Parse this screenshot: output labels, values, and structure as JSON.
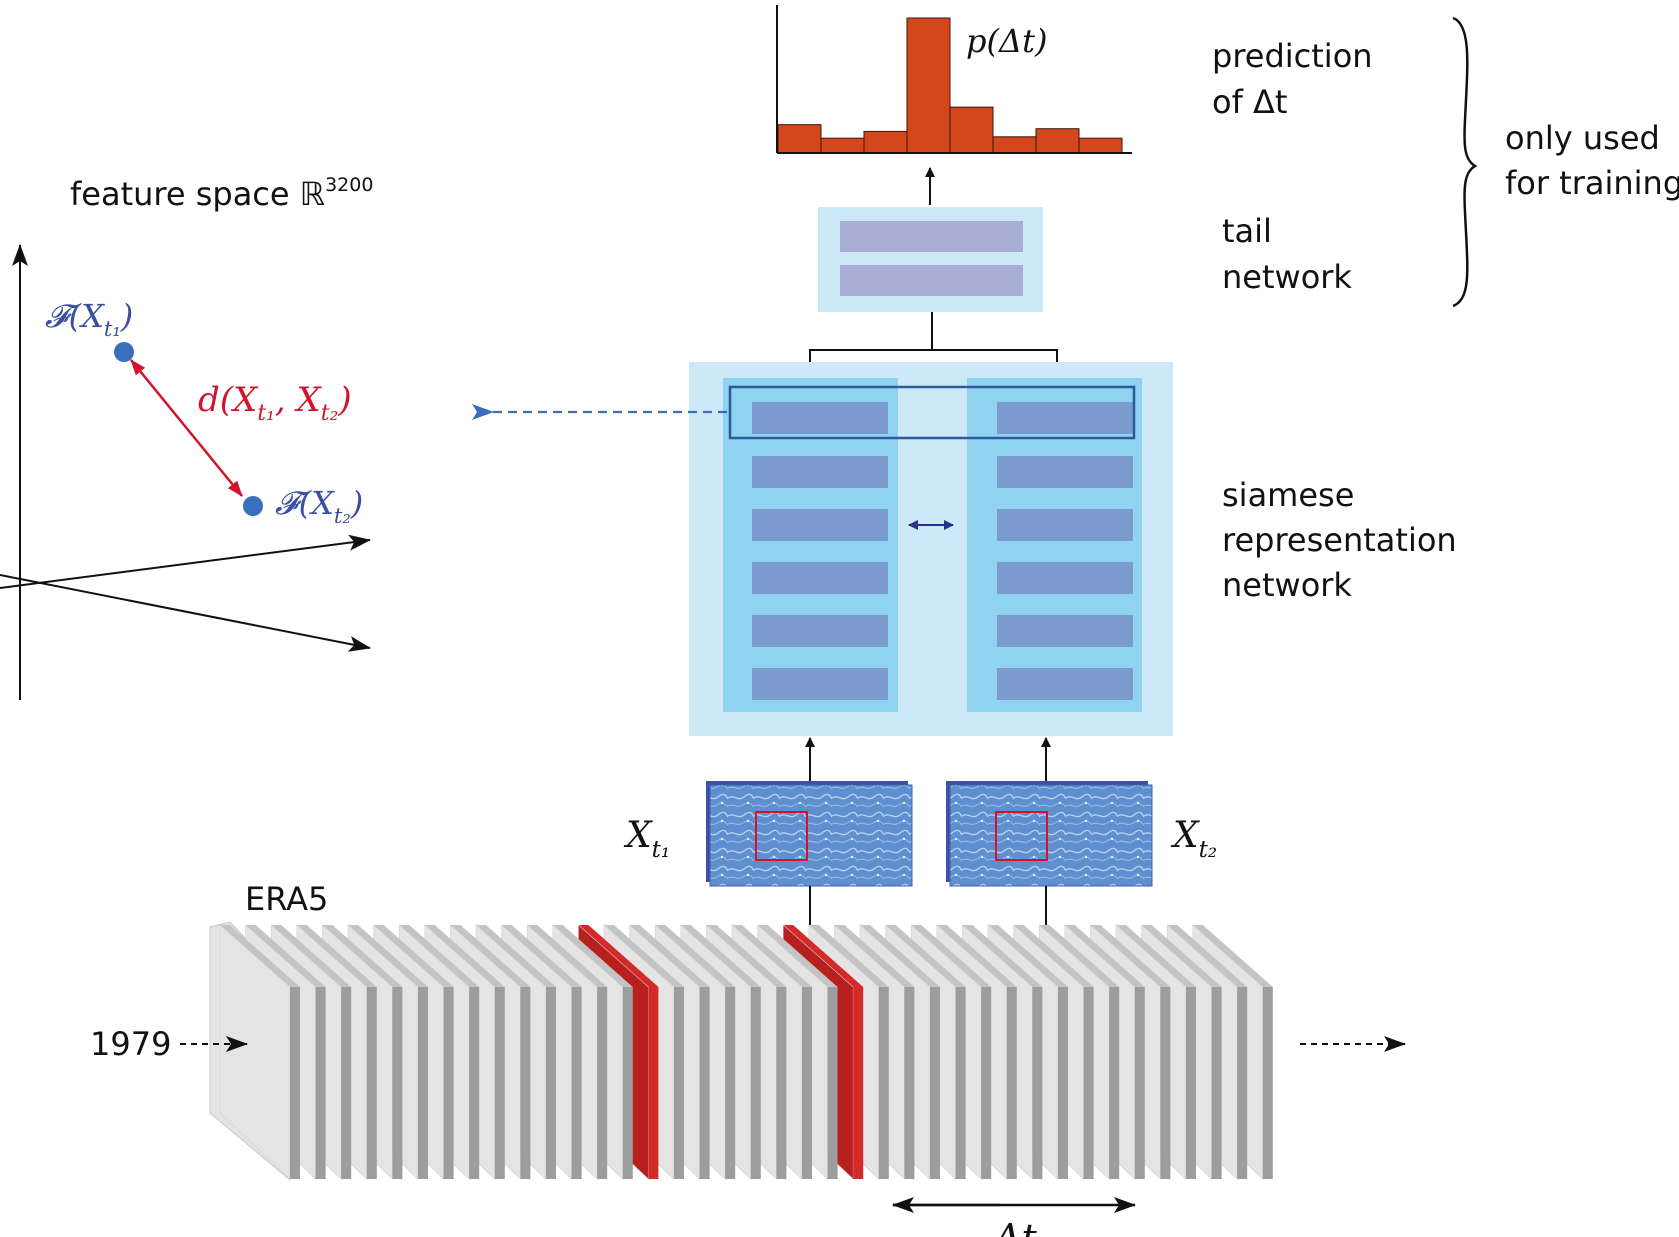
{
  "histogram": {
    "label": "p(Δt)",
    "bars": [
      0.21,
      0.11,
      0.16,
      1.0,
      0.34,
      0.12,
      0.18,
      0.11
    ]
  },
  "labels": {
    "prediction_line1": "prediction",
    "prediction_line2": "of Δt",
    "only_used_line1": "only used",
    "only_used_line2": "for training",
    "tail_line1": "tail",
    "tail_line2": "network",
    "siamese_line1": "siamese",
    "siamese_line2": "representation",
    "siamese_line3": "network",
    "feature_space": "feature space ℝ",
    "feature_space_exp": "3200",
    "era5": "ERA5",
    "year": "1979",
    "delta_t": "Δt"
  },
  "feature_points": {
    "f1": "𝓕(X",
    "f2": "𝓕(X",
    "distance": "d(X",
    "sub1": "t₁",
    "sub2": "t₂"
  },
  "inputs": {
    "x1": "X",
    "x1_sub": "t₁",
    "x2": "X",
    "x2_sub": "t₂"
  },
  "slices": {
    "count": 39,
    "highlighted": [
      14,
      22
    ]
  },
  "colors": {
    "bar_fill": "#d4461b",
    "outer_box": "#cde9f7",
    "column_box": "#8fd3f0",
    "layer_bar": "#7c9ccf",
    "tail_bar": "#a9aed6",
    "point": "#3a6fbf",
    "distance": "#d0142c",
    "slice_gray": "#9d9d9d",
    "slice_light": "#e4e4e4",
    "slice_red": "#d42a2a",
    "feature_text": "#3a4fa0"
  }
}
